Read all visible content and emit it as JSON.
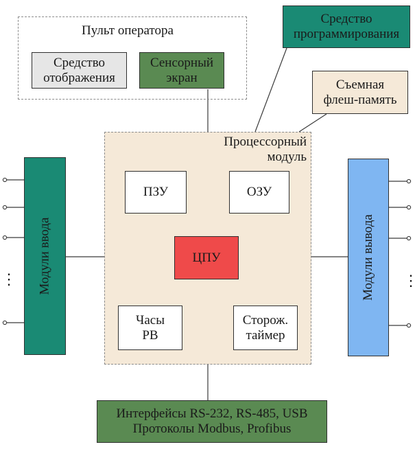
{
  "colors": {
    "green_dark": "#5a8a52",
    "teal": "#1a8a74",
    "beige": "#f5e9d8",
    "red": "#ef4a4a",
    "blue": "#7fb6f2",
    "grey": "#e6e6e6",
    "line": "#3a3a3a"
  },
  "operator_panel": {
    "title": "Пульт оператора",
    "display_means": "Средство\nотображения",
    "touch_screen": "Сенсорный\nэкран"
  },
  "programming_tool": "Средство\nпрограммирования",
  "removable_flash": "Съемная\nфлеш-память",
  "processor_module": {
    "title": "Процессорный\nмодуль",
    "rom": "ПЗУ",
    "ram": "ОЗУ",
    "cpu": "ЦПУ",
    "rtc": "Часы\nРВ",
    "watchdog": "Сторож.\nтаймер"
  },
  "input_modules": "Модули ввода",
  "output_modules": "Модули вывода",
  "interfaces": {
    "line1": "Интерфейсы RS-232, RS-485, USB",
    "line2": "Протоколы Modbus, Profibus"
  },
  "ellipsis": "⋮"
}
